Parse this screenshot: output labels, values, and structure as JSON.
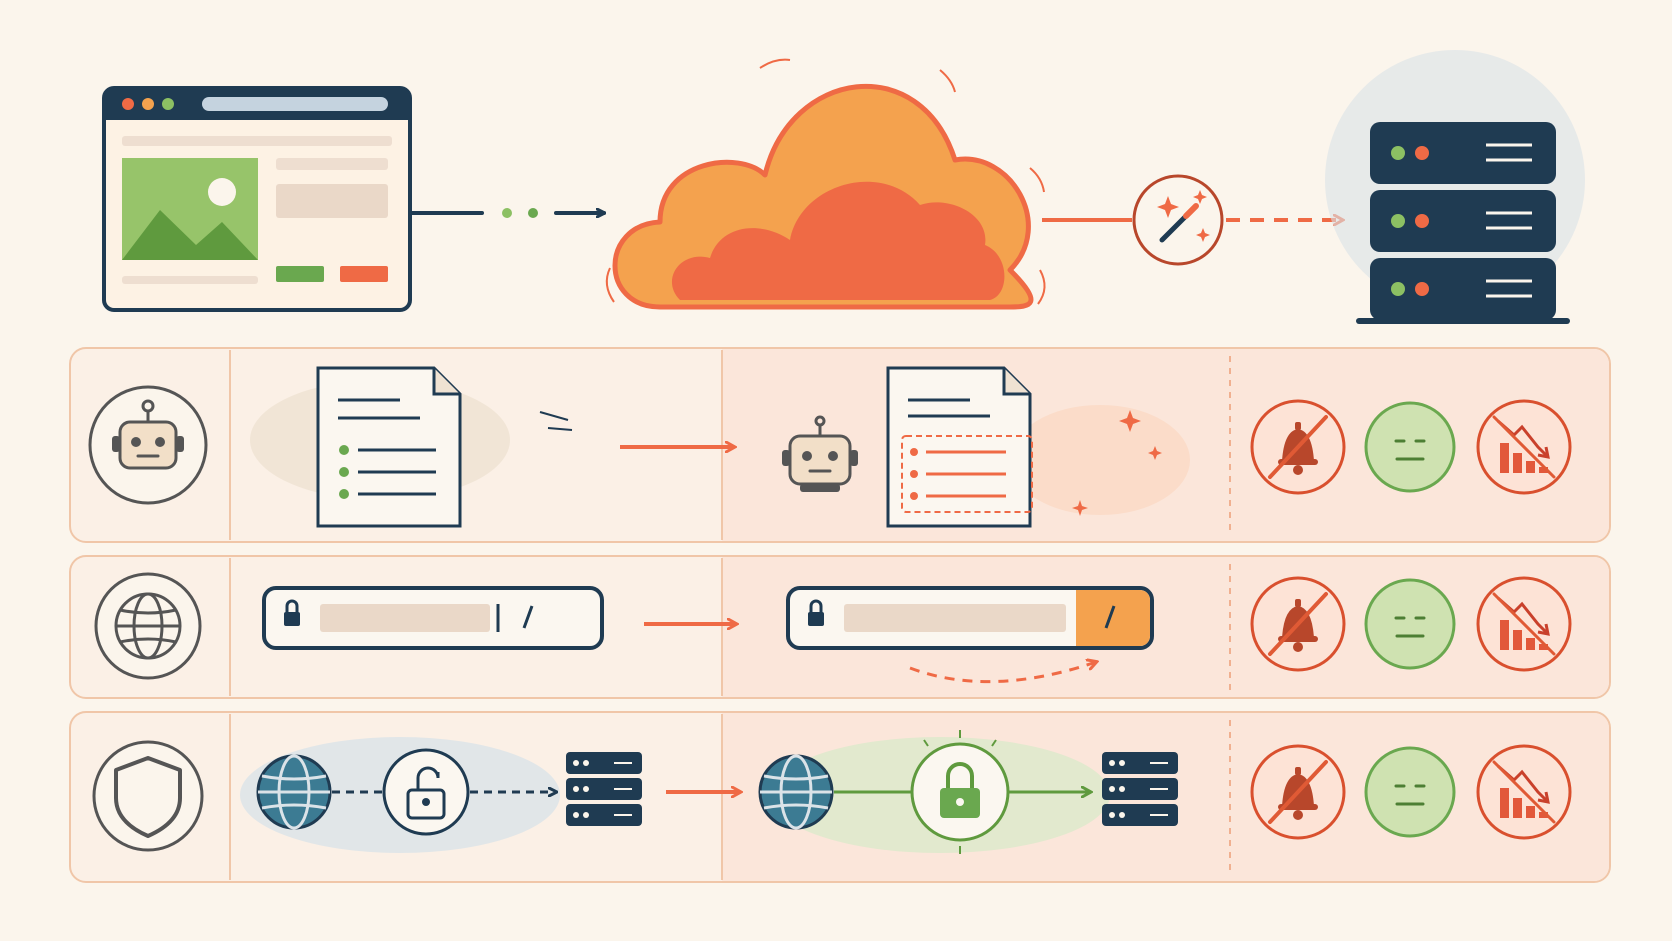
{
  "diagram": {
    "top_flow": {
      "nodes": [
        "browser-window",
        "cdn-cloud",
        "magic-wand-transform",
        "origin-server-stack"
      ],
      "edges": [
        [
          "browser-window",
          "cdn-cloud"
        ],
        [
          "cdn-cloud",
          "magic-wand-transform"
        ],
        [
          "magic-wand-transform",
          "origin-server-stack"
        ]
      ]
    },
    "rows": [
      {
        "id": "bots",
        "row_icon": "robot-icon",
        "before": "document-icon",
        "after": "document-highlighted-icon",
        "outcomes": [
          "bell-off-icon",
          "neutral-face-icon",
          "chart-down-icon"
        ]
      },
      {
        "id": "url",
        "row_icon": "globe-icon",
        "before": "url-bar-slash-icon",
        "after": "url-bar-slash-highlighted-icon",
        "outcomes": [
          "bell-off-icon",
          "neutral-face-icon",
          "chart-down-icon"
        ]
      },
      {
        "id": "security",
        "row_icon": "shield-icon",
        "before": "unlocked-connection-icon",
        "after": "locked-connection-icon",
        "outcomes": [
          "bell-off-icon",
          "neutral-face-icon",
          "chart-down-icon"
        ]
      }
    ],
    "colors": {
      "navy": "#1f3b52",
      "orange": "#f4a24e",
      "red_orange": "#ef6a45",
      "green": "#6aa84f",
      "panel_border": "#f0c6a8",
      "after_panel_bg": "#fbe6da",
      "background": "#fbf5ec"
    }
  }
}
